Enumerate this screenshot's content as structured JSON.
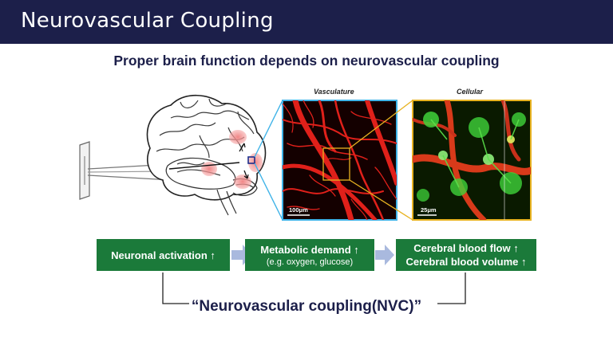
{
  "header": {
    "title": "Neurovascular Coupling"
  },
  "subtitle": "Proper brain function depends on neurovascular coupling",
  "panels": {
    "vasculature": {
      "label": "Vasculature",
      "scale": "100μm"
    },
    "cellular": {
      "label": "Cellular",
      "scale": "25μm"
    }
  },
  "flow": {
    "neuronal": "Neuronal activation ↑",
    "metabolic": "Metabolic demand ↑",
    "metabolic_sub": "(e.g. oxygen, glucose)",
    "cbf": "Cerebral blood flow ↑",
    "cbv": "Cerebral blood volume ↑"
  },
  "nvc_label": "“Neurovascular coupling(NVC)”",
  "colors": {
    "header_bg": "#1c1f4a",
    "box_green": "#1b7a3a",
    "arrow_blue": "#a9b9de",
    "zoom_blue": "#3fb3e8",
    "zoom_yellow": "#e8b321",
    "vessel_red": "#e0201a",
    "cell_green": "#3fd33a"
  }
}
